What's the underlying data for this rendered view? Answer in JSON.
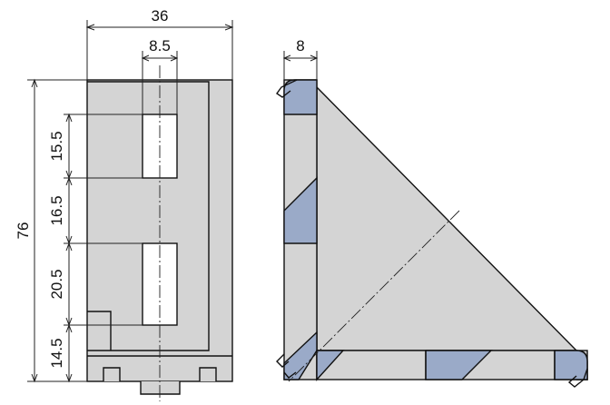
{
  "drawing": {
    "front_view": {
      "width_dim": "36",
      "slot_width_dim": "8.5",
      "height_dim": "76",
      "segment_dims": [
        "15.5",
        "16.5",
        "20.5",
        "14.5"
      ]
    },
    "side_view": {
      "thickness_dim": "8"
    }
  },
  "colors": {
    "body_fill": "#d4d4d4",
    "section_fill": "#9aaac8",
    "line": "#111111"
  }
}
